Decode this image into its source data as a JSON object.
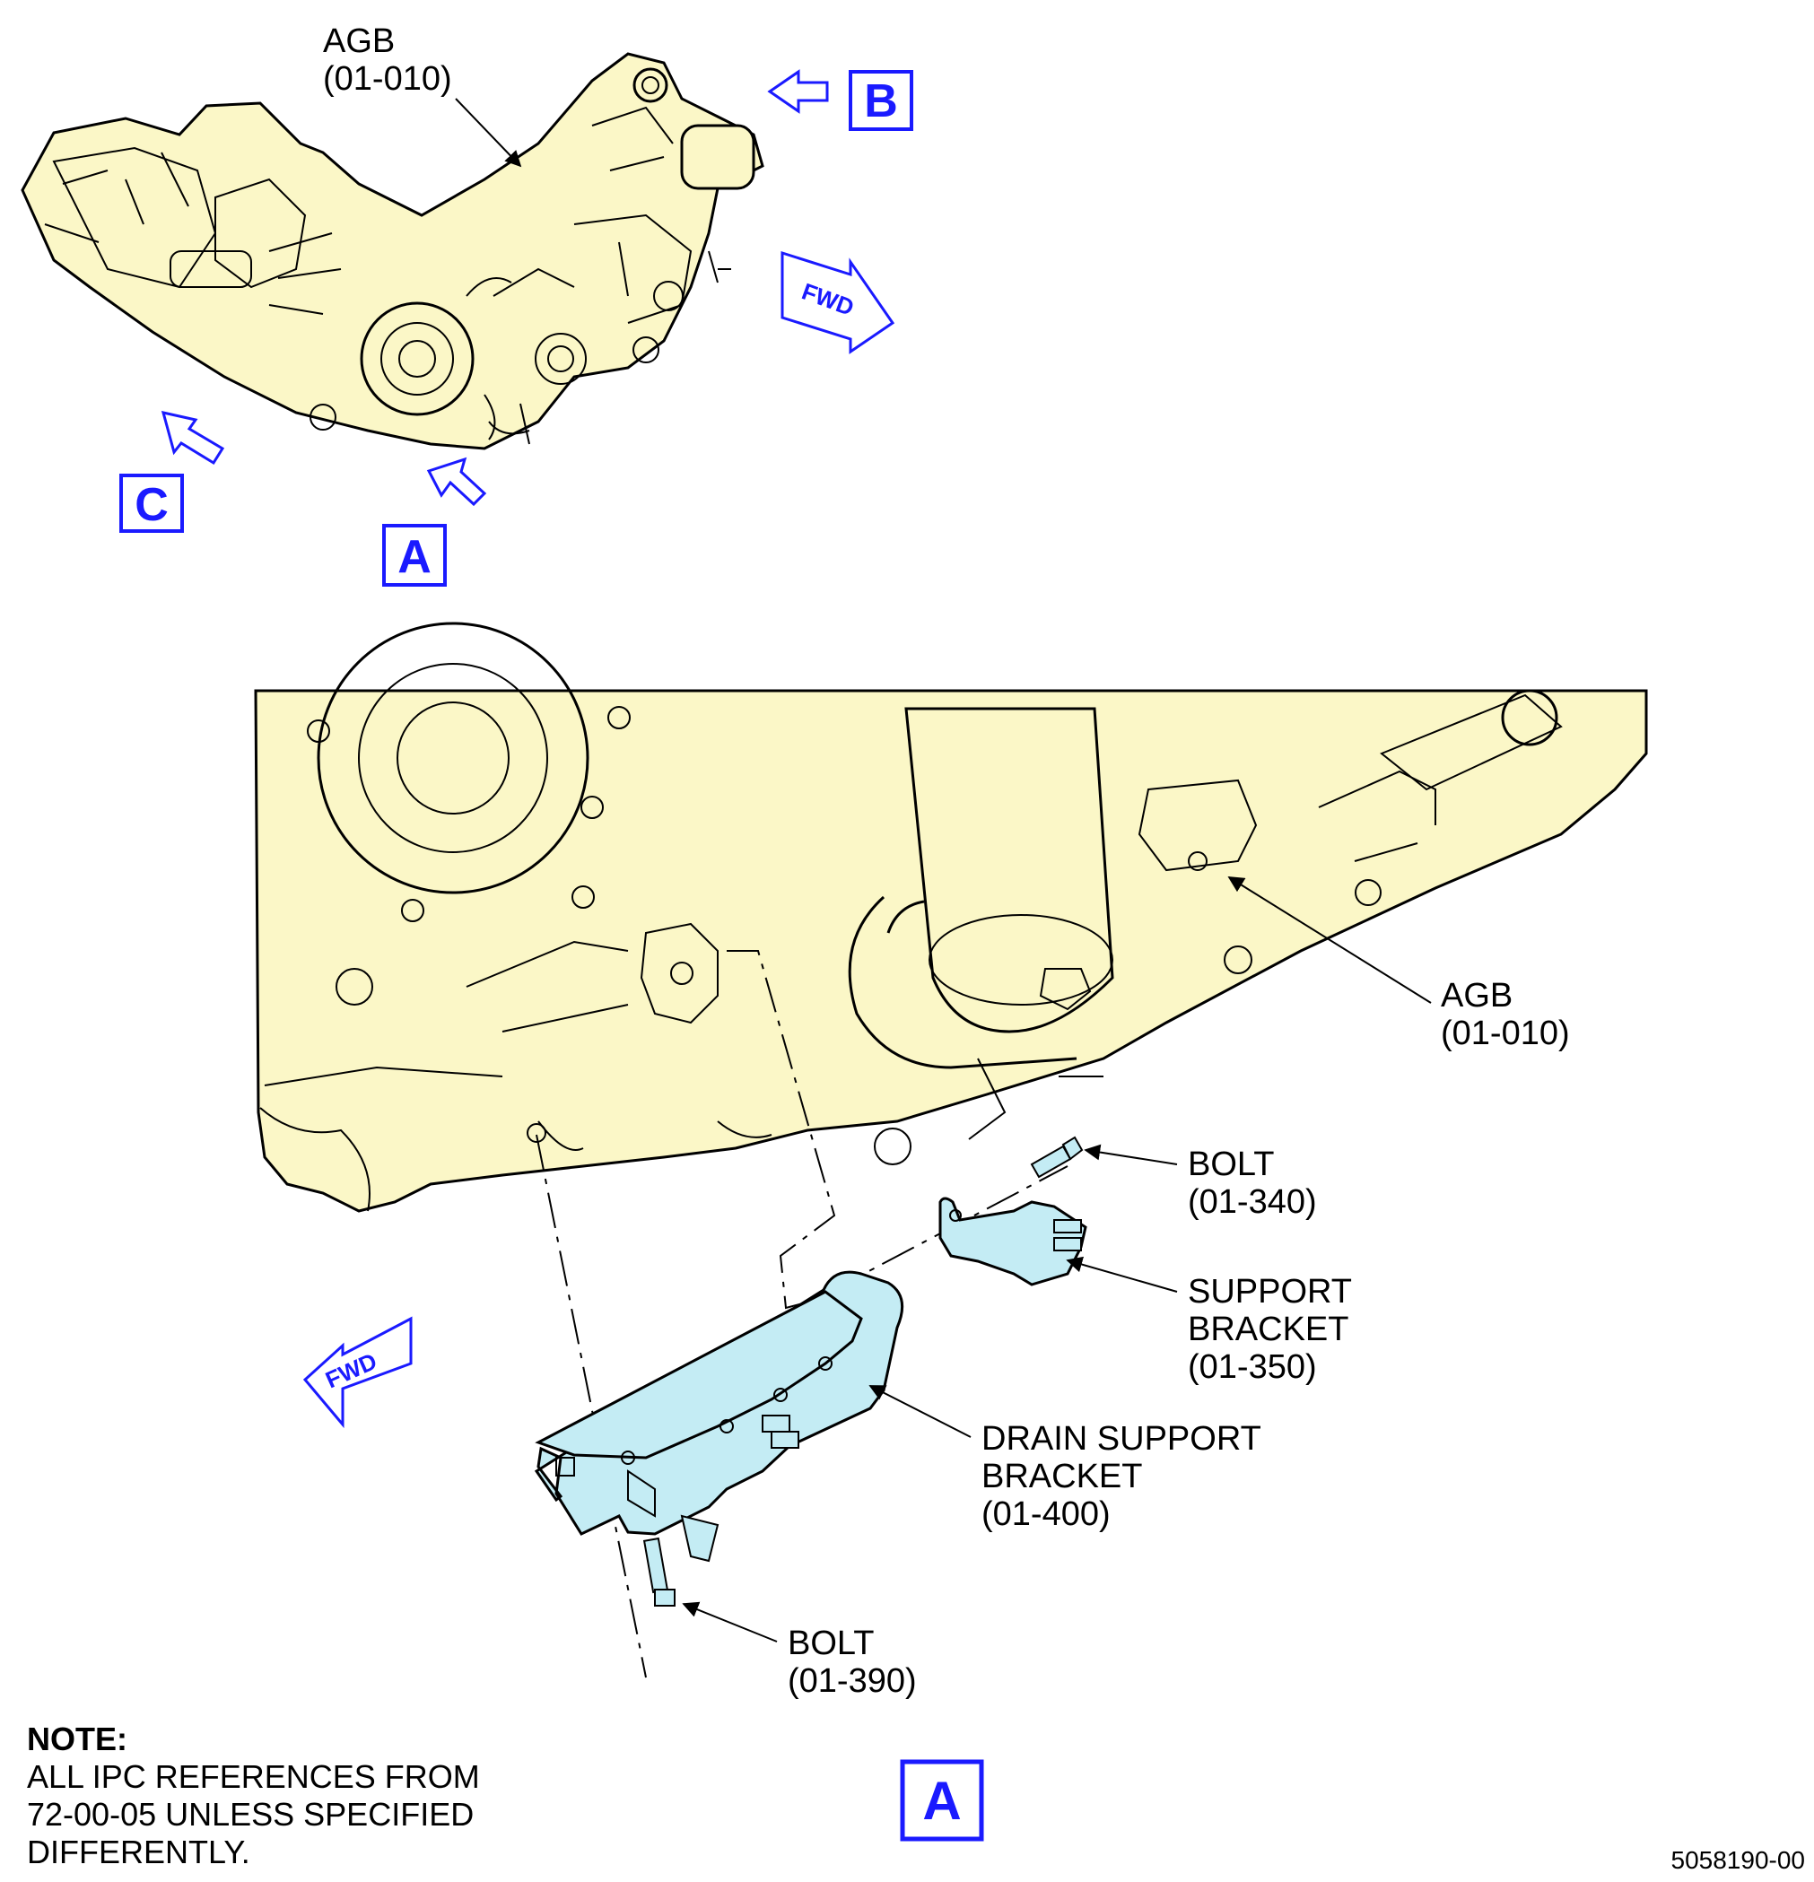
{
  "callouts": {
    "agb_top": {
      "name": "AGB",
      "ref": "(01-010)"
    },
    "agb_detail": {
      "name": "AGB",
      "ref": "(01-010)"
    },
    "bolt_340": {
      "name": "BOLT",
      "ref": "(01-340)"
    },
    "support_bracket": {
      "line1": "SUPPORT",
      "line2": "BRACKET",
      "ref": "(01-350)"
    },
    "drain_support_bracket": {
      "line1": "DRAIN SUPPORT",
      "line2": "BRACKET",
      "ref": "(01-400)"
    },
    "bolt_390": {
      "name": "BOLT",
      "ref": "(01-390)"
    }
  },
  "view_labels": {
    "a_top": "A",
    "b": "B",
    "c": "C",
    "a_detail": "A"
  },
  "fwd_labels": {
    "top": "FWD",
    "detail": "FWD"
  },
  "note": {
    "header": "NOTE:",
    "body": "ALL IPC REFERENCES FROM\n72-00-05 UNLESS SPECIFIED\nDIFFERENTLY."
  },
  "figure_number": "5058190-00",
  "colors": {
    "engine_fill": "#fbf7c7",
    "bracket_fill": "#c4ecf4",
    "callout_blue": "#1a1aff",
    "outline": "#000000"
  }
}
